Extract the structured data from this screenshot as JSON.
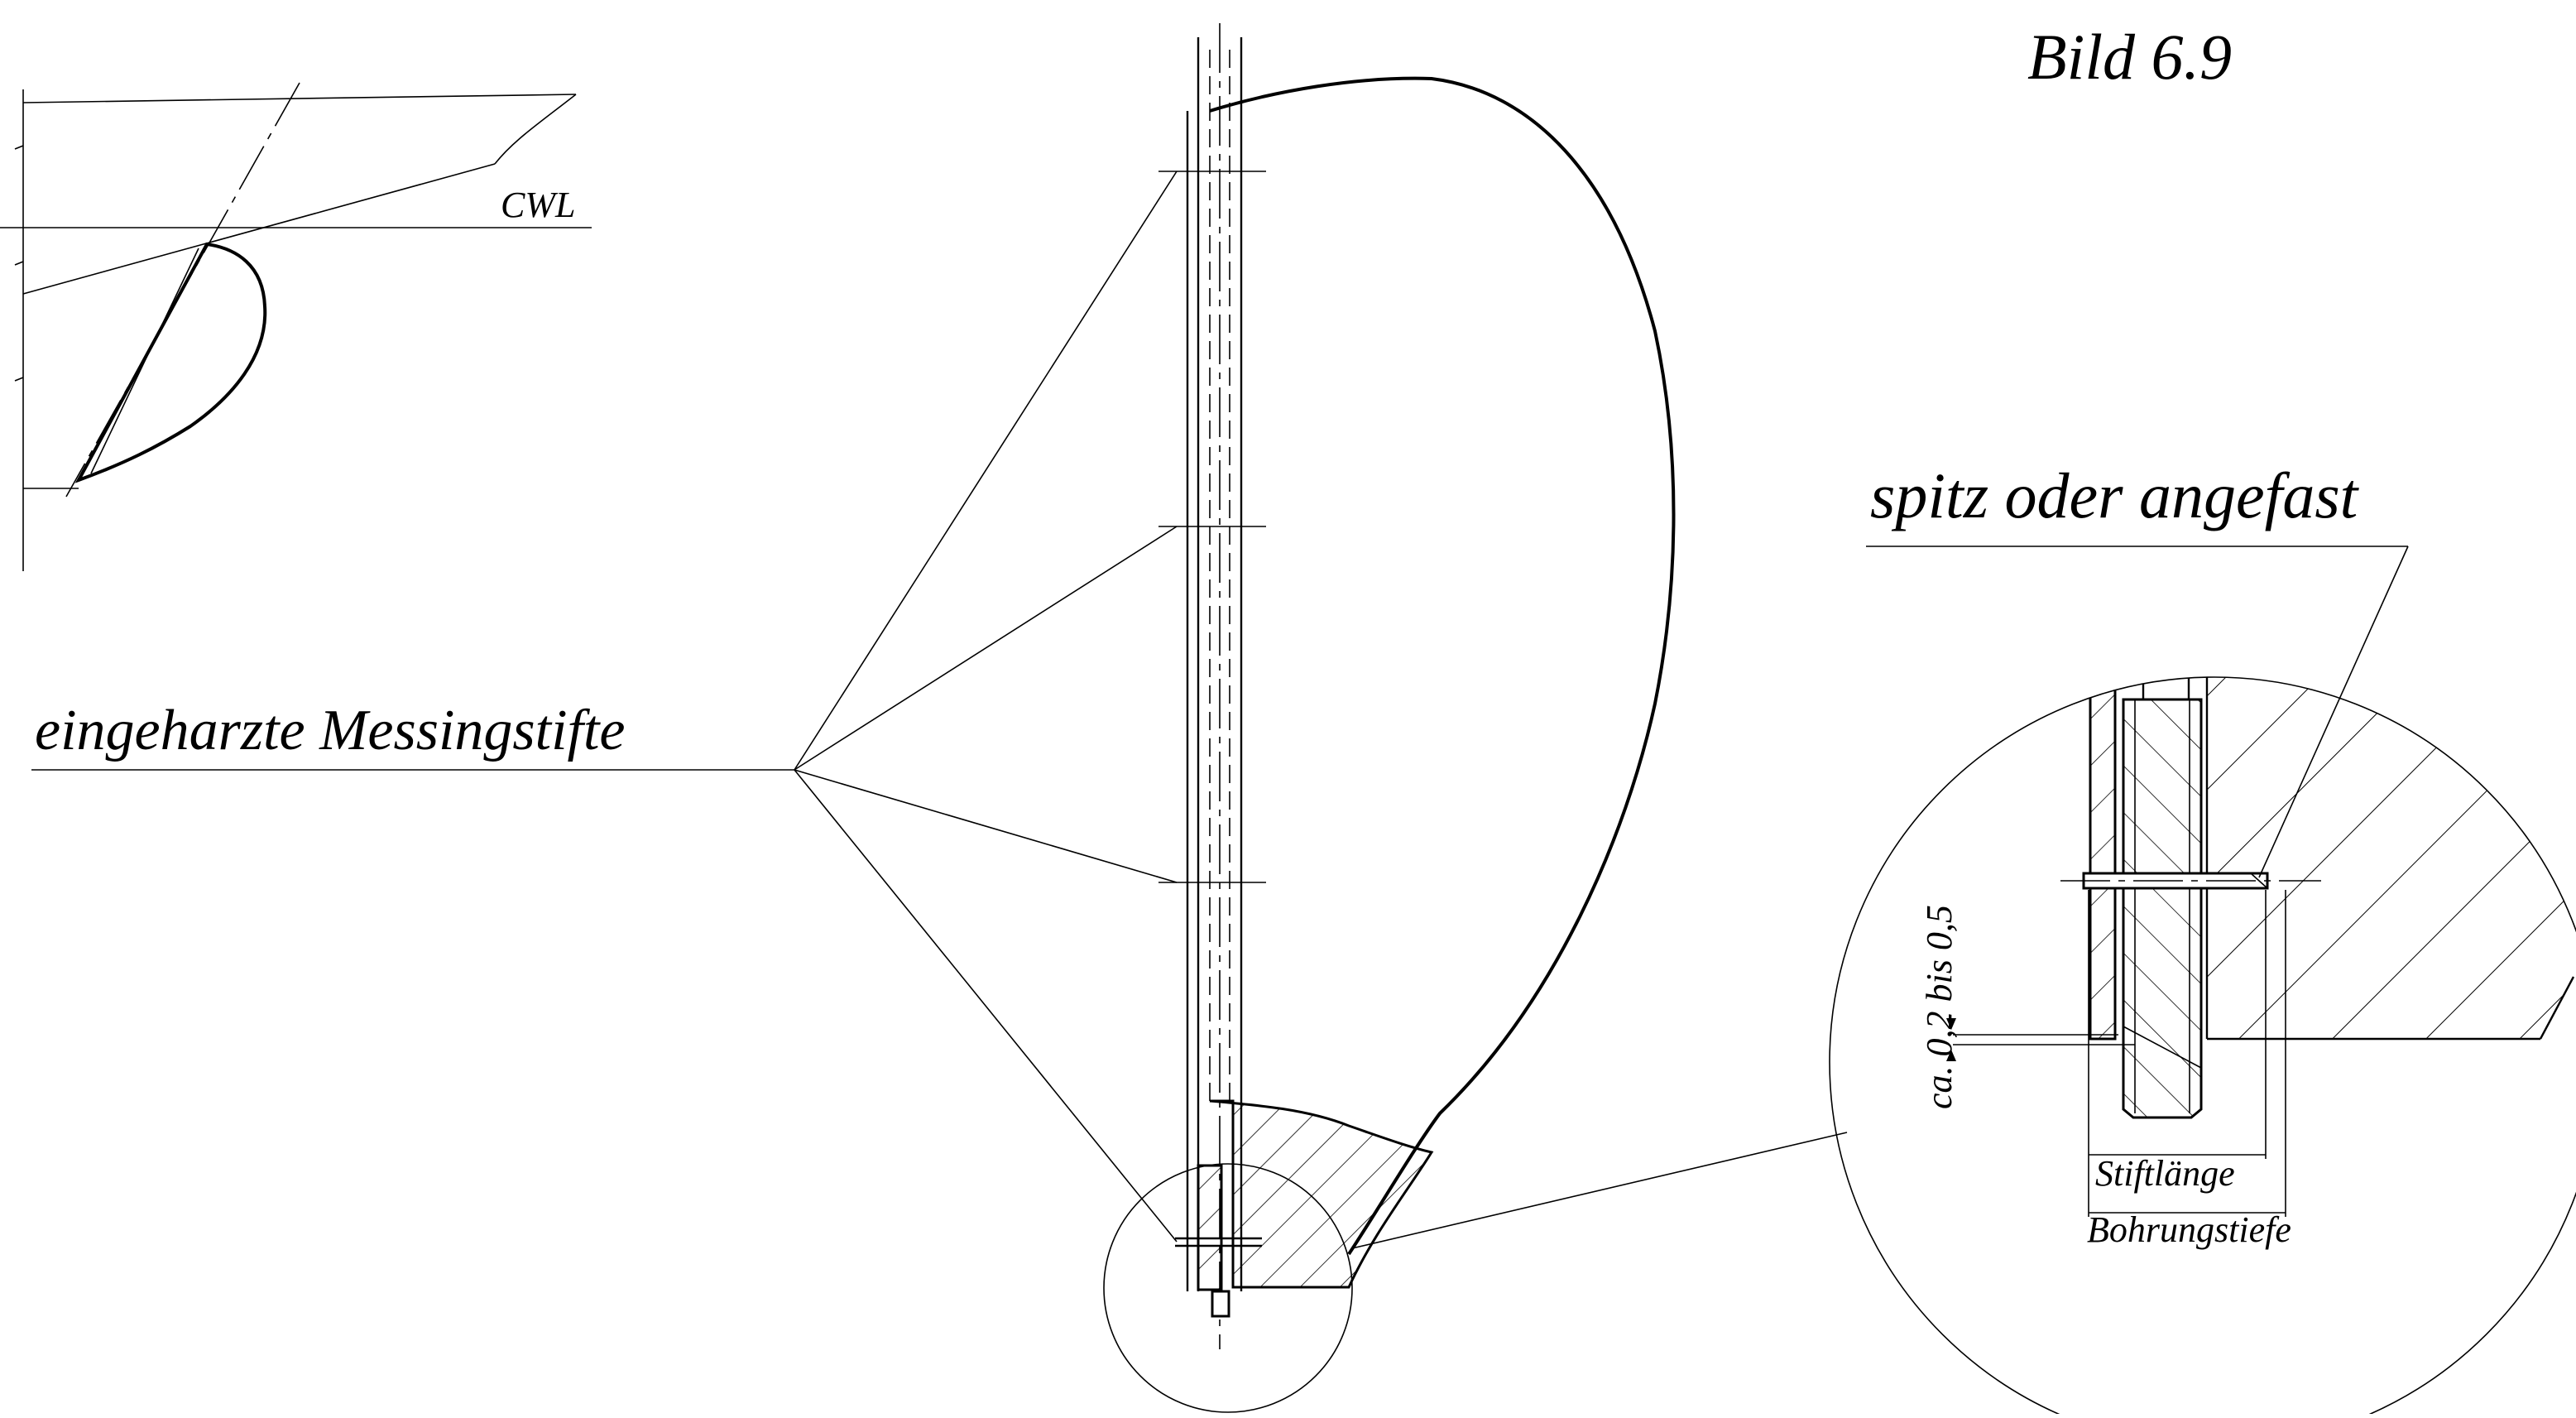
{
  "figure": {
    "title": "Bild 6.9",
    "waterline_label": "CWL",
    "pins_label": "eingeharzte Messingstifte",
    "tip_label": "spitz oder angefast",
    "gap_label": "ca. 0,2 bis 0,5",
    "pin_length_label": "Stiftlänge",
    "bore_depth_label": "Bohrungstiefe"
  }
}
